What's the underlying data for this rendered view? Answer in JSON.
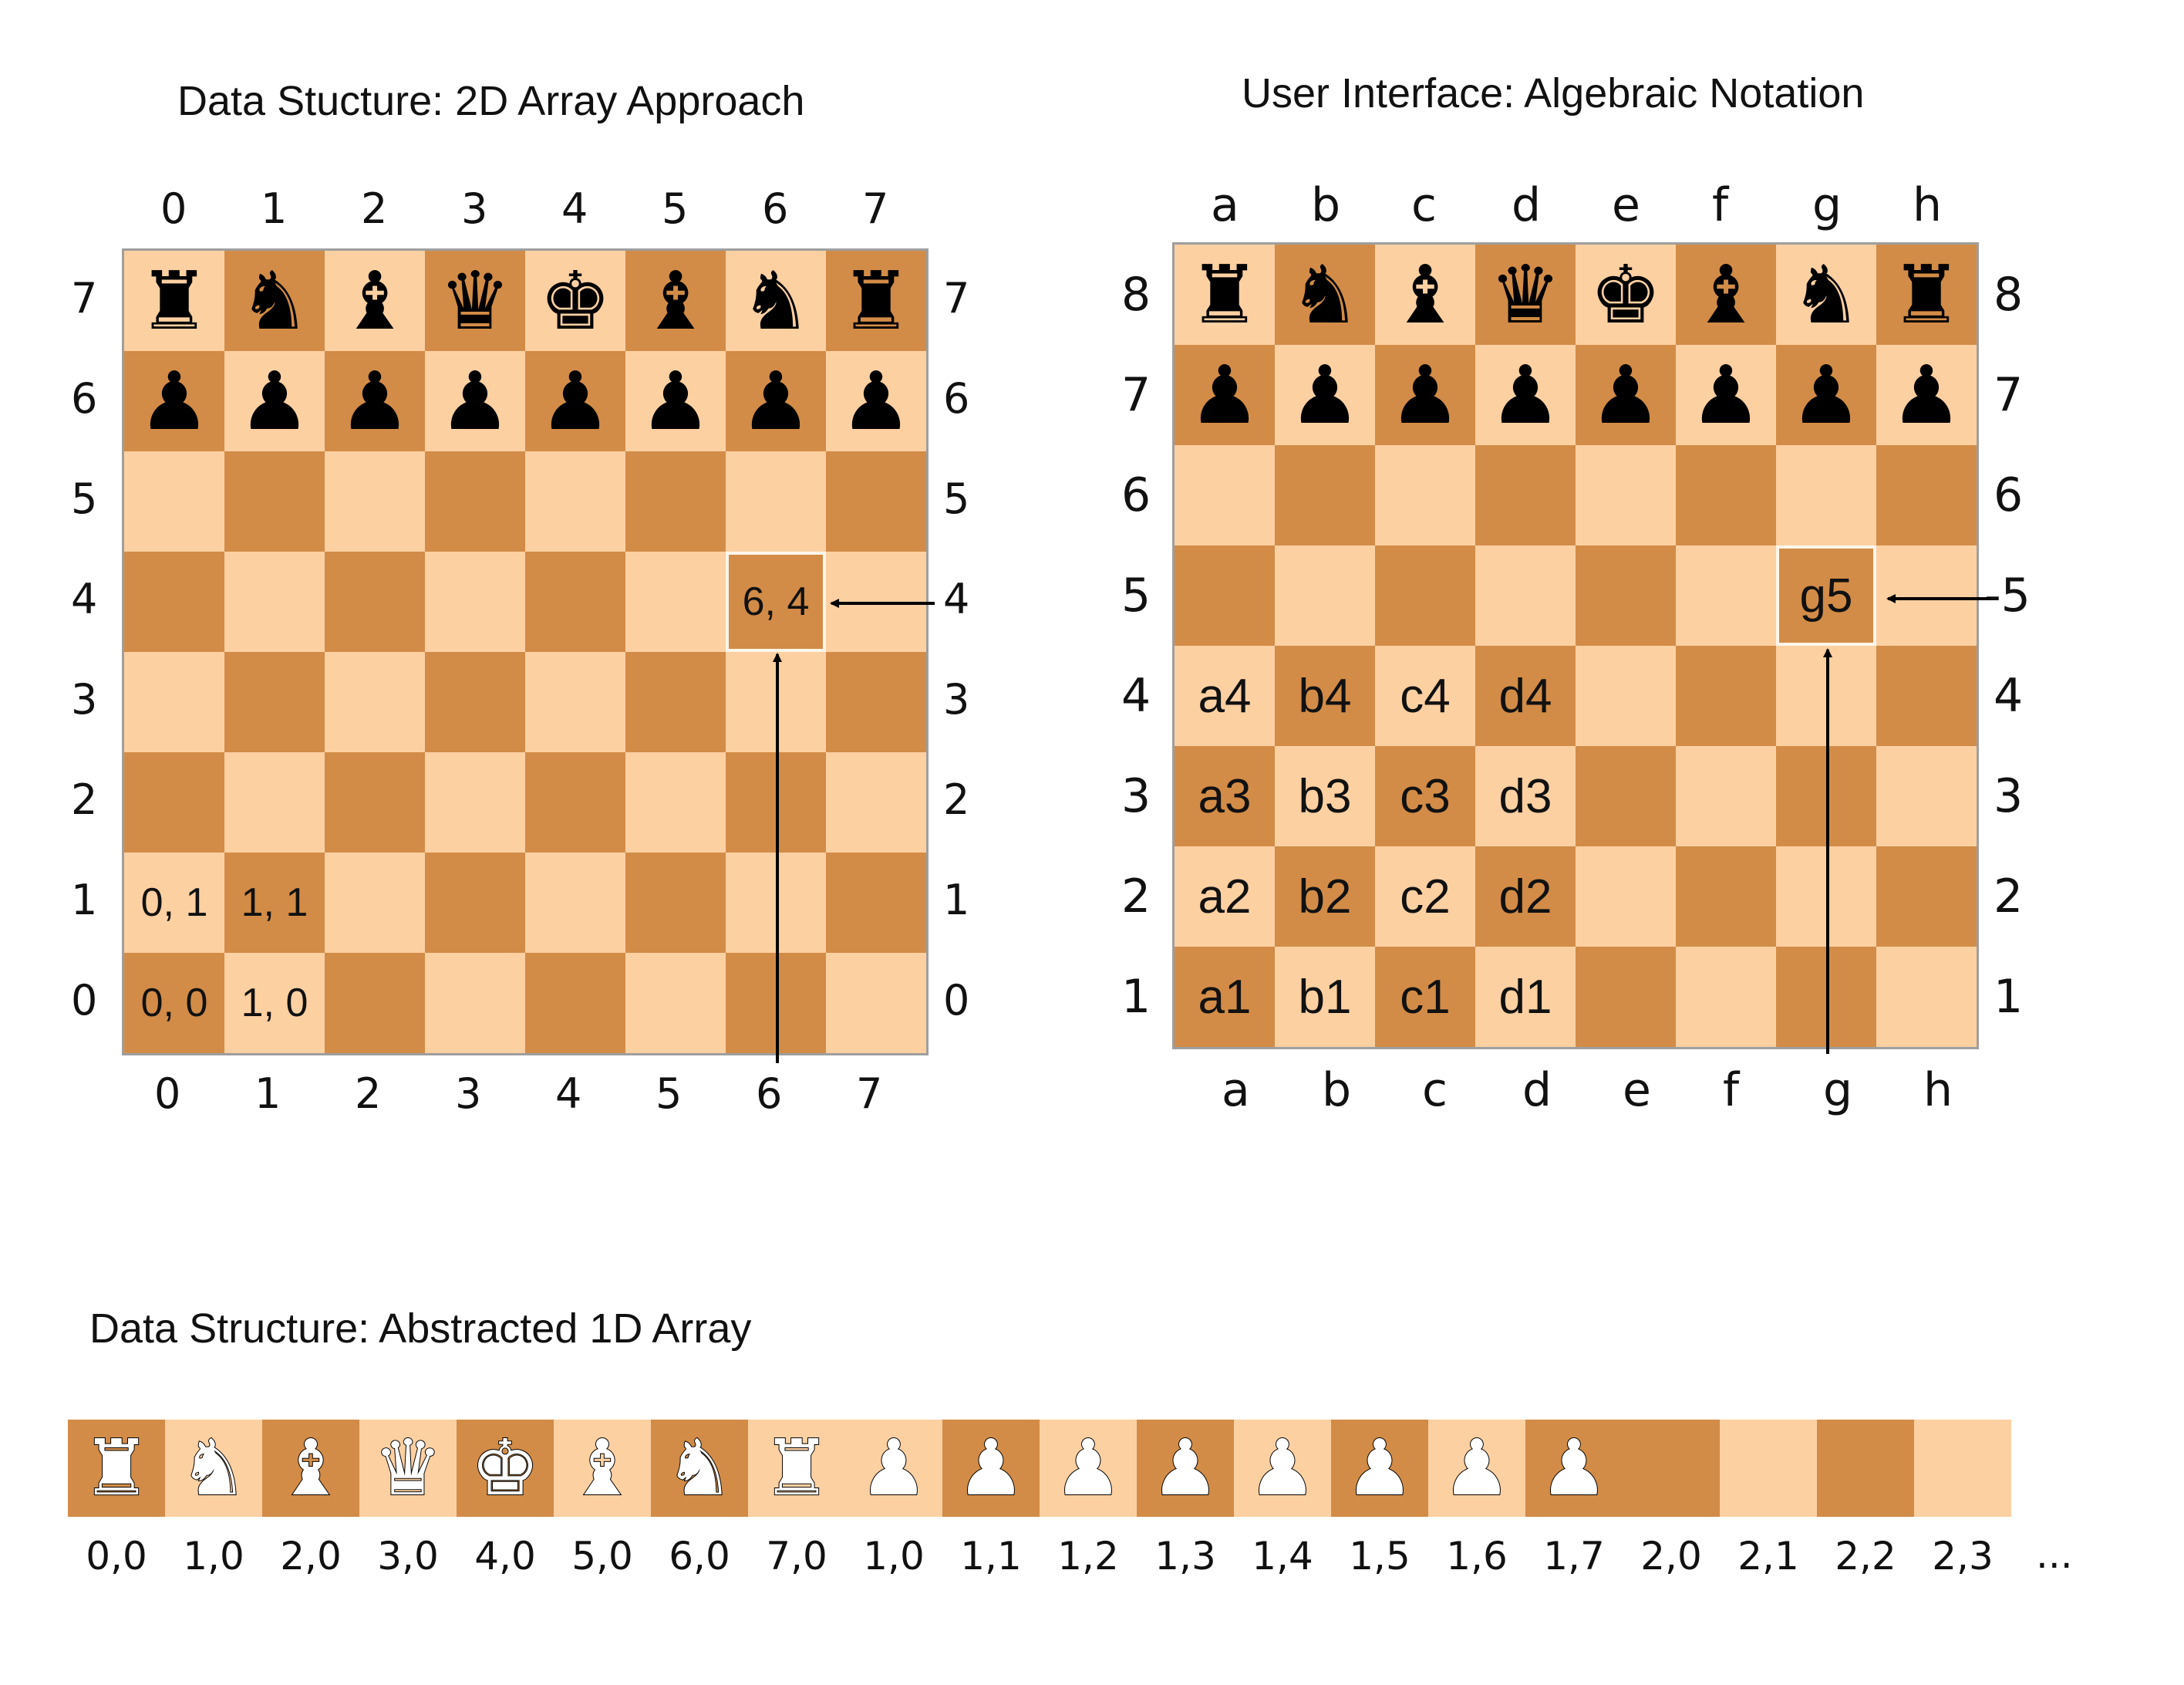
{
  "titles": {
    "left": "Data Stucture: 2D Array Approach",
    "right": "User Interface: Algebraic Notation",
    "bottom": "Data Structure: Abstracted 1D Array"
  },
  "left_board": {
    "col_labels": [
      "0",
      "1",
      "2",
      "3",
      "4",
      "5",
      "6",
      "7"
    ],
    "row_labels_top_to_bottom": [
      "7",
      "6",
      "5",
      "4",
      "3",
      "2",
      "1",
      "0"
    ],
    "back_rank": [
      "rook-icon",
      "knight-icon",
      "bishop-icon",
      "queen-icon",
      "king-icon",
      "bishop-icon",
      "knight-icon",
      "rook-icon"
    ],
    "cell_labels": [
      {
        "row": 6,
        "col": 0,
        "text": "0, 1"
      },
      {
        "row": 6,
        "col": 1,
        "text": "1, 1"
      },
      {
        "row": 7,
        "col": 0,
        "text": "0, 0"
      },
      {
        "row": 7,
        "col": 1,
        "text": "1, 0"
      },
      {
        "row": 3,
        "col": 6,
        "text": "6, 4"
      }
    ],
    "highlight": {
      "row": 3,
      "col": 6
    }
  },
  "right_board": {
    "col_labels": [
      "a",
      "b",
      "c",
      "d",
      "e",
      "f",
      "g",
      "h"
    ],
    "row_labels_top_to_bottom": [
      "8",
      "7",
      "6",
      "5",
      "4",
      "3",
      "2",
      "1"
    ],
    "right_row_labels_top_to_bottom": [
      "8",
      "7",
      "6",
      "-5",
      "4",
      "3",
      "2",
      "1"
    ],
    "back_rank": [
      "rook-icon",
      "knight-icon",
      "bishop-icon",
      "queen-icon",
      "king-icon",
      "bishop-icon",
      "knight-icon",
      "rook-icon"
    ],
    "cell_labels": [
      {
        "row": 4,
        "col": 0,
        "text": "a4"
      },
      {
        "row": 4,
        "col": 1,
        "text": "b4"
      },
      {
        "row": 4,
        "col": 2,
        "text": "c4"
      },
      {
        "row": 4,
        "col": 3,
        "text": "d4"
      },
      {
        "row": 5,
        "col": 0,
        "text": "a3"
      },
      {
        "row": 5,
        "col": 1,
        "text": "b3"
      },
      {
        "row": 5,
        "col": 2,
        "text": "c3"
      },
      {
        "row": 5,
        "col": 3,
        "text": "d3"
      },
      {
        "row": 6,
        "col": 0,
        "text": "a2"
      },
      {
        "row": 6,
        "col": 1,
        "text": "b2"
      },
      {
        "row": 6,
        "col": 2,
        "text": "c2"
      },
      {
        "row": 6,
        "col": 3,
        "text": "d2"
      },
      {
        "row": 7,
        "col": 0,
        "text": "a1"
      },
      {
        "row": 7,
        "col": 1,
        "text": "b1"
      },
      {
        "row": 7,
        "col": 2,
        "text": "c1"
      },
      {
        "row": 7,
        "col": 3,
        "text": "d1"
      },
      {
        "row": 3,
        "col": 6,
        "text": "g5"
      }
    ],
    "highlight": {
      "row": 3,
      "col": 6
    }
  },
  "strip": {
    "cells": [
      {
        "piece": "rook-icon",
        "shade": "dark",
        "label": "0,0"
      },
      {
        "piece": "knight-icon",
        "shade": "light",
        "label": "1,0"
      },
      {
        "piece": "bishop-icon",
        "shade": "dark",
        "label": "2,0"
      },
      {
        "piece": "queen-icon",
        "shade": "light",
        "label": "3,0"
      },
      {
        "piece": "king-icon",
        "shade": "dark",
        "label": "4,0"
      },
      {
        "piece": "bishop-icon",
        "shade": "light",
        "label": "5,0"
      },
      {
        "piece": "knight-icon",
        "shade": "dark",
        "label": "6,0"
      },
      {
        "piece": "rook-icon",
        "shade": "light",
        "label": "7,0"
      },
      {
        "piece": "pawn-icon",
        "shade": "light",
        "label": "1,0"
      },
      {
        "piece": "pawn-icon",
        "shade": "dark",
        "label": "1,1"
      },
      {
        "piece": "pawn-icon",
        "shade": "light",
        "label": "1,2"
      },
      {
        "piece": "pawn-icon",
        "shade": "dark",
        "label": "1,3"
      },
      {
        "piece": "pawn-icon",
        "shade": "light",
        "label": "1,4"
      },
      {
        "piece": "pawn-icon",
        "shade": "dark",
        "label": "1,5"
      },
      {
        "piece": "pawn-icon",
        "shade": "light",
        "label": "1,6"
      },
      {
        "piece": "pawn-icon",
        "shade": "dark",
        "label": "1,7"
      },
      {
        "piece": "",
        "shade": "dark",
        "label": "2,0"
      },
      {
        "piece": "",
        "shade": "light",
        "label": "2,1"
      },
      {
        "piece": "",
        "shade": "dark",
        "label": "2,2"
      },
      {
        "piece": "",
        "shade": "light",
        "label": "2,3"
      }
    ],
    "ellipsis": "..."
  },
  "colors": {
    "light_square": "#fdd0a2",
    "dark_square": "#d28c47",
    "border": "#9e9e9e"
  }
}
